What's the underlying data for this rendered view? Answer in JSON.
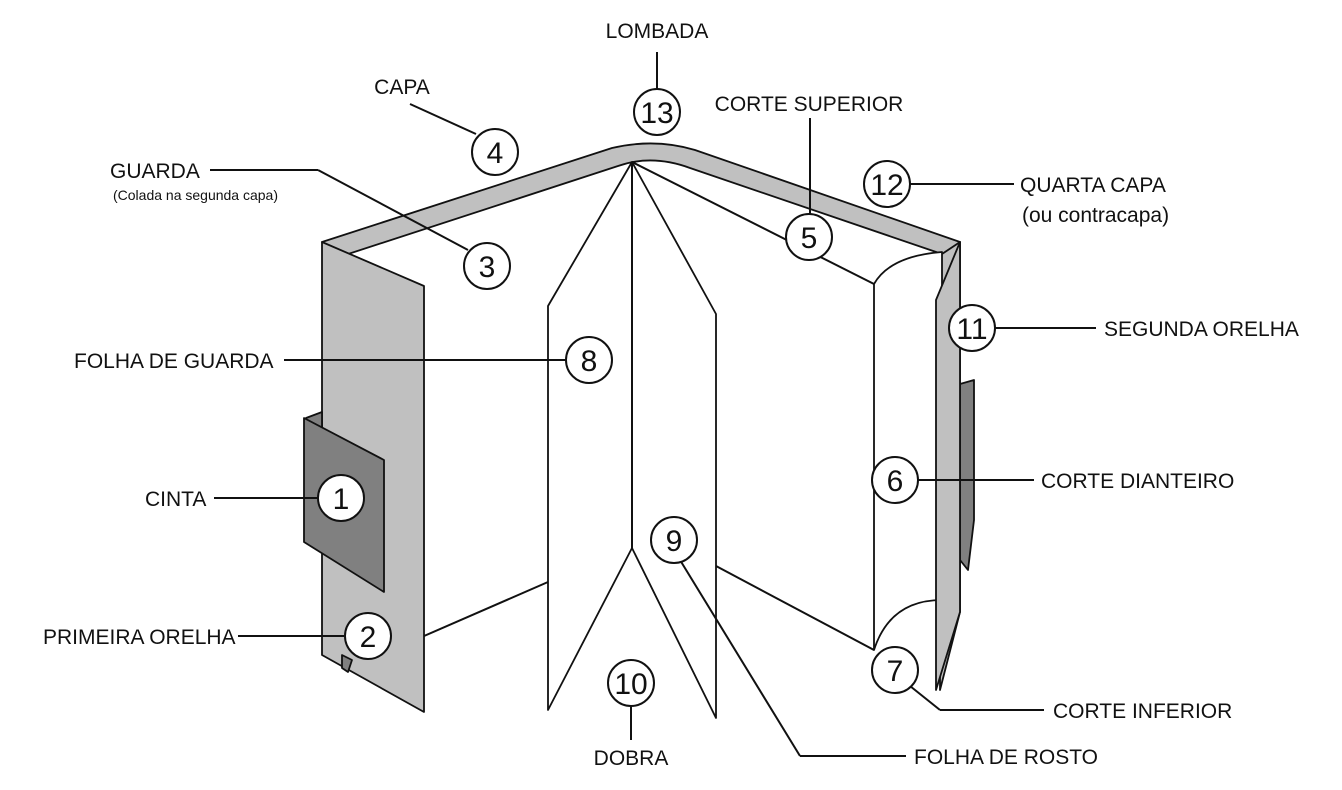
{
  "diagram": {
    "labels": {
      "lombada": "LOMBADA",
      "capa": "CAPA",
      "corte_superior": "CORTE SUPERIOR",
      "guarda": "GUARDA",
      "guarda_note": "(Colada na segunda capa)",
      "quarta_capa": "QUARTA CAPA",
      "quarta_capa_note": "(ou contracapa)",
      "segunda_orelha": "SEGUNDA ORELHA",
      "folha_de_guarda": "FOLHA DE GUARDA",
      "cinta": "CINTA",
      "corte_dianteiro": "CORTE DIANTEIRO",
      "primeira_orelha": "PRIMEIRA ORELHA",
      "corte_inferior": "CORTE INFERIOR",
      "dobra": "DOBRA",
      "folha_de_rosto": "FOLHA DE ROSTO"
    },
    "markers": [
      "1",
      "2",
      "3",
      "4",
      "5",
      "6",
      "7",
      "8",
      "9",
      "10",
      "11",
      "12",
      "13"
    ],
    "colors": {
      "cover": "#c0c0c0",
      "belly_band": "#808080",
      "pages": "#ffffff",
      "outline": "#111111"
    }
  }
}
